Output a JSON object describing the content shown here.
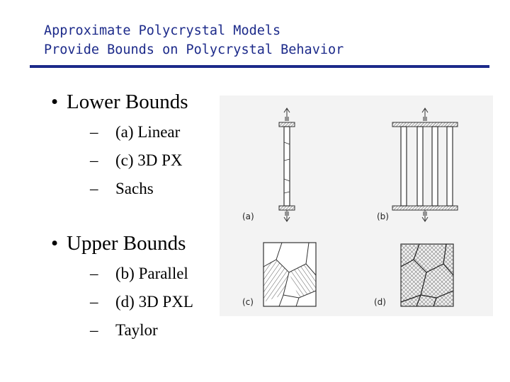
{
  "title": {
    "line1": "Approximate Polycrystal Models",
    "line2": "Provide Bounds on Polycrystal Behavior"
  },
  "lower": {
    "bullet": "•",
    "heading": "Lower Bounds",
    "items": [
      {
        "dash": "–",
        "text": "(a) Linear"
      },
      {
        "dash": "–",
        "text": "(c) 3D  PX"
      },
      {
        "dash": "–",
        "text": "Sachs"
      }
    ]
  },
  "upper": {
    "bullet": "•",
    "heading": "Upper Bounds",
    "items": [
      {
        "dash": "–",
        "text": "(b) Parallel"
      },
      {
        "dash": "–",
        "text": "(d) 3D  PXL"
      },
      {
        "dash": "–",
        "text": "Taylor"
      }
    ]
  },
  "figure": {
    "labels": {
      "a": "(a)",
      "b": "(b)",
      "c": "(c)",
      "d": "(d)"
    },
    "colors": {
      "background": "#f3f3f3",
      "ink": "#333333"
    }
  }
}
